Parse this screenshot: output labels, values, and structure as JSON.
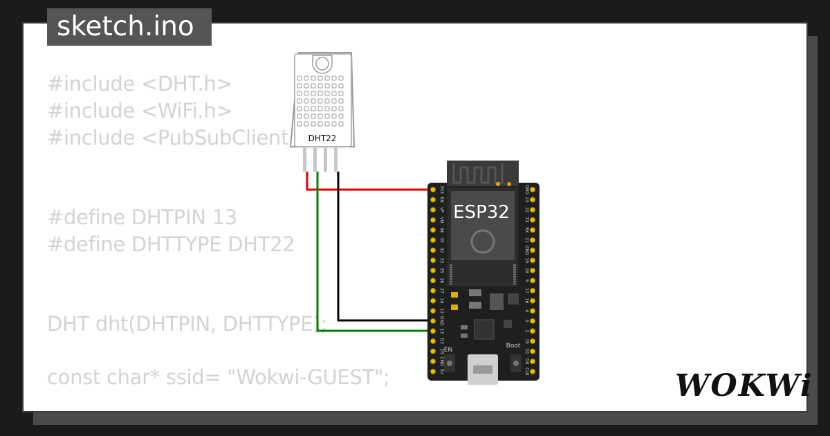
{
  "filename": "sketch.ino",
  "code_lines": [
    "#include <DHT.h>",
    "#include <WiFi.h>",
    "#include <PubSubClient.h>",
    "",
    "",
    "#define DHTPIN 13",
    "#define DHTTYPE DHT22",
    "",
    "",
    "DHT dht(DHTPIN, DHTTYPE);",
    "",
    "const char* ssid= \"Wokwi-GUEST\";"
  ],
  "sensor": {
    "label": "DHT22"
  },
  "board": {
    "label": "ESP32",
    "en_label": "EN",
    "boot_label": "Boot",
    "left_pins": [
      "3V3",
      "EN",
      "VP",
      "VN",
      "34",
      "35",
      "32",
      "33",
      "25",
      "26",
      "27",
      "14",
      "12",
      "GND",
      "13",
      "D2",
      "D3",
      "CMD",
      "5V"
    ],
    "right_pins": [
      "GND",
      "23",
      "22",
      "TX",
      "RX",
      "21",
      "GND",
      "19",
      "18",
      "5",
      "17",
      "16",
      "4",
      "0",
      "2",
      "15",
      "D1",
      "D0",
      "CLK"
    ]
  },
  "wires": {
    "power": "#e00000",
    "ground": "#000000",
    "data": "#008000"
  },
  "logo": "WOKWi"
}
